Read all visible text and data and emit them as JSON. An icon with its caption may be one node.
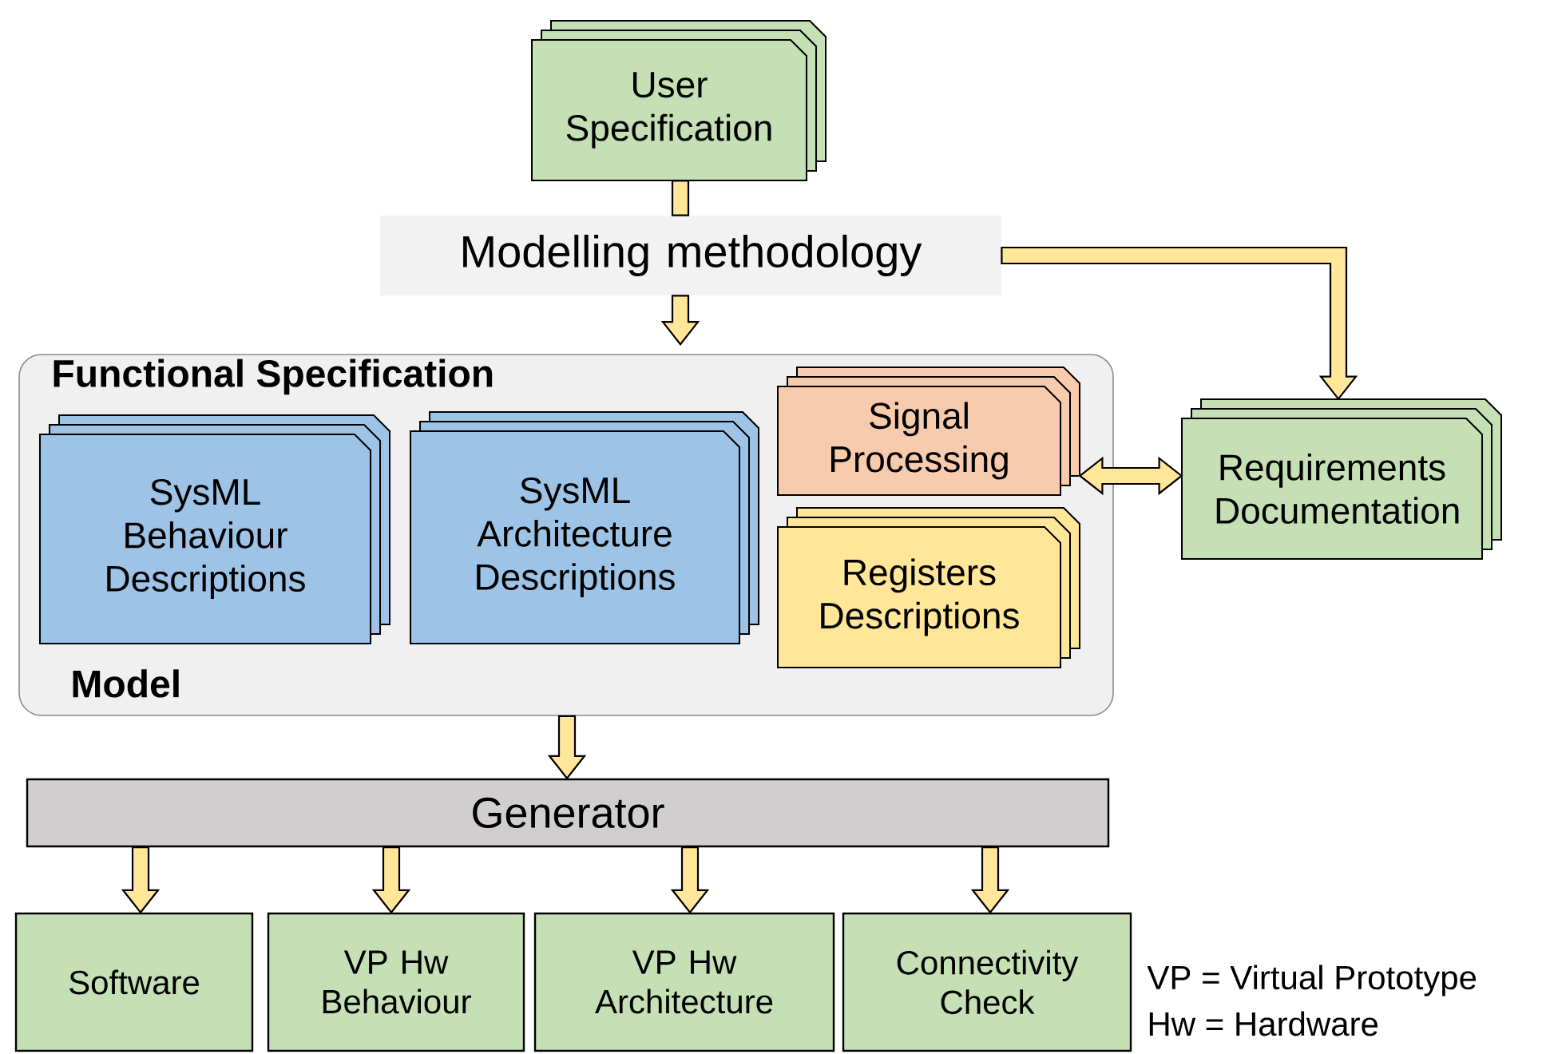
{
  "diagram": {
    "nodes": [
      {
        "text": [
          "User Specification"
        ]
      },
      {
        "text": [
          "Modelling methodology"
        ]
      },
      {
        "text": [
          "Functional Specification",
          "Model"
        ]
      },
      {
        "text": [
          "SysML Behaviour Descriptions"
        ],
        "in": 2
      },
      {
        "text": [
          "SysML Architecture Descriptions"
        ],
        "in": 2
      },
      {
        "text": [
          "Signal Processing"
        ],
        "in": 2
      },
      {
        "text": [
          "Registers Descriptions"
        ],
        "in": 2
      },
      {
        "text": [
          "Requirements Documentation"
        ]
      },
      {
        "text": [
          "Generator"
        ]
      },
      {
        "text": [
          "Software"
        ]
      },
      {
        "text": [
          "VP Hw Behaviour"
        ]
      },
      {
        "text": [
          "VP Hw Architecture"
        ]
      },
      {
        "text": [
          "Connectivity Check"
        ]
      }
    ],
    "edges": [
      {
        "from": 0,
        "to": 1,
        "arrow": "none"
      },
      {
        "from": 1,
        "to": 2,
        "arrow": "to"
      },
      {
        "from": 1,
        "to": 7,
        "arrow": "to"
      },
      {
        "from": 5,
        "to": 7,
        "arrow": "both"
      },
      {
        "from": 2,
        "to": 8,
        "arrow": "to"
      },
      {
        "from": 8,
        "to": 9,
        "arrow": "to"
      },
      {
        "from": 8,
        "to": 10,
        "arrow": "to"
      },
      {
        "from": 8,
        "to": 11,
        "arrow": "to"
      },
      {
        "from": 8,
        "to": 12,
        "arrow": "to"
      }
    ],
    "labels": [
      "VP = Virtual Prototype",
      "Hw = Hardware"
    ]
  }
}
